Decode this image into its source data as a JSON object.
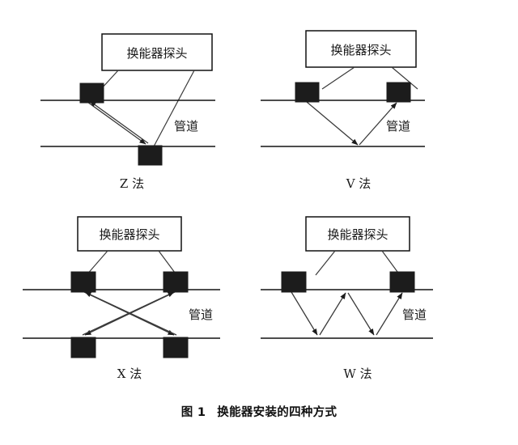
{
  "figure": {
    "caption_number": "图 1",
    "caption_text": "换能器安装的四种方式"
  },
  "shared_labels": {
    "callout": "换能器探头",
    "pipe": "管道"
  },
  "panels": [
    {
      "id": "z",
      "method_label": "Z 法",
      "callout": "换能器探头",
      "pipe": "管道",
      "transducer_count": 2,
      "arrangement": "opposite-walls",
      "beam_reflections": 0,
      "beam_description": "直射单程，上壁发射下壁接收"
    },
    {
      "id": "v",
      "method_label": "V 法",
      "callout": "换能器探头",
      "pipe": "管道",
      "transducer_count": 2,
      "arrangement": "same-wall",
      "beam_reflections": 1,
      "beam_description": "单次反射，V 形路径"
    },
    {
      "id": "x",
      "method_label": "X 法",
      "callout": "换能器探头",
      "pipe": "管道",
      "transducer_count": 4,
      "arrangement": "cross-opposite-walls",
      "beam_reflections": 0,
      "beam_description": "交叉双声道，X 形路径"
    },
    {
      "id": "w",
      "method_label": "W 法",
      "callout": "换能器探头",
      "pipe": "管道",
      "transducer_count": 2,
      "arrangement": "same-wall",
      "beam_reflections": 3,
      "beam_description": "三次反射，W 形路径"
    }
  ]
}
